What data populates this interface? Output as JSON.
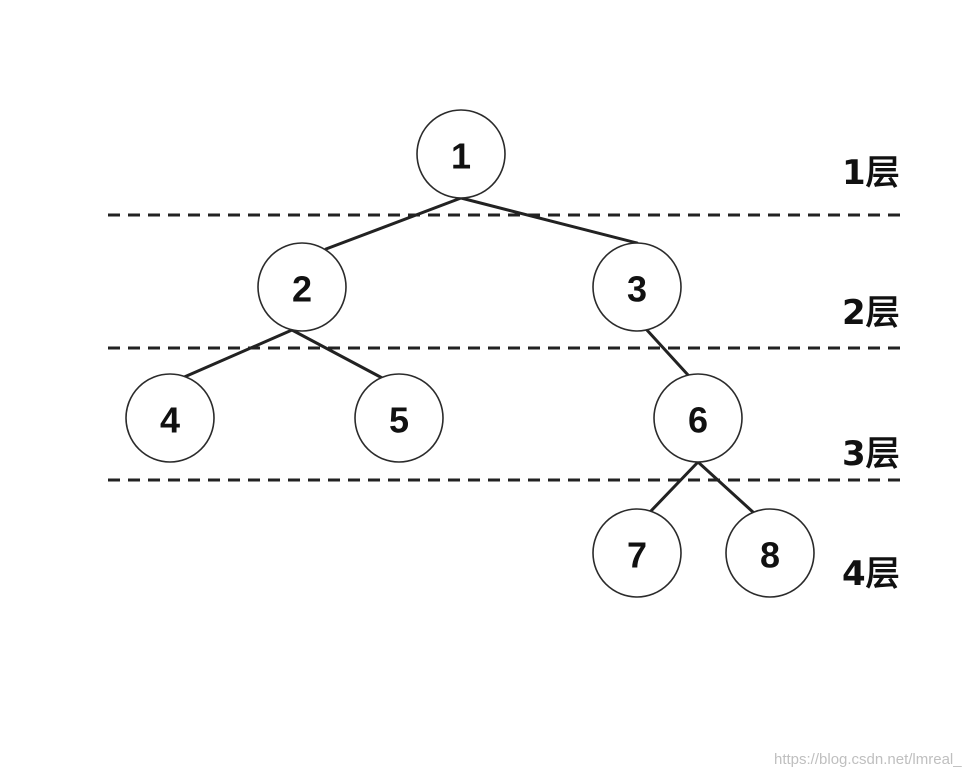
{
  "tree": {
    "nodes": [
      {
        "id": "1",
        "label": "1"
      },
      {
        "id": "2",
        "label": "2"
      },
      {
        "id": "3",
        "label": "3"
      },
      {
        "id": "4",
        "label": "4"
      },
      {
        "id": "5",
        "label": "5"
      },
      {
        "id": "6",
        "label": "6"
      },
      {
        "id": "7",
        "label": "7"
      },
      {
        "id": "8",
        "label": "8"
      }
    ],
    "edges": [
      {
        "from": "1",
        "to": "2"
      },
      {
        "from": "1",
        "to": "3"
      },
      {
        "from": "2",
        "to": "4"
      },
      {
        "from": "2",
        "to": "5"
      },
      {
        "from": "3",
        "to": "6"
      },
      {
        "from": "6",
        "to": "7"
      },
      {
        "from": "6",
        "to": "8"
      }
    ]
  },
  "levels": [
    {
      "label": "1层"
    },
    {
      "label": "2层"
    },
    {
      "label": "3层"
    },
    {
      "label": "4层"
    }
  ],
  "watermark": "https://blog.csdn.net/lmreal_"
}
